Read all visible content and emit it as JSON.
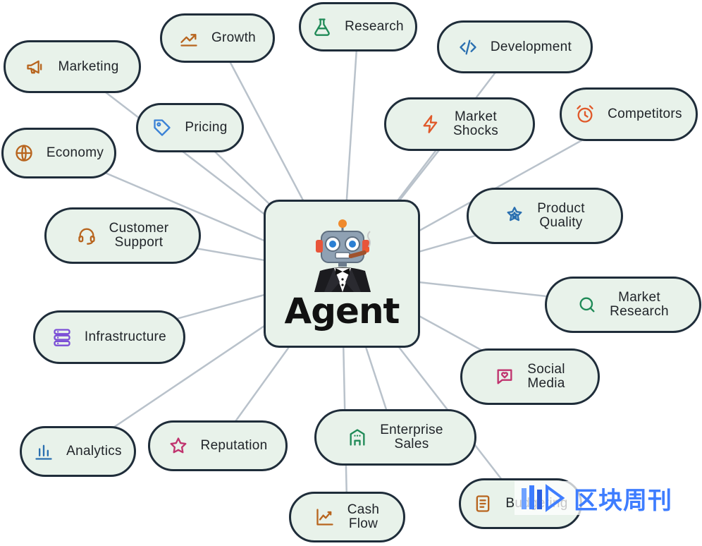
{
  "center": {
    "title": "Agent",
    "icon": "robot-in-tuxedo-icon"
  },
  "nodes": [
    {
      "key": "growth",
      "label": "Growth",
      "icon": "trending-up-icon",
      "color": "#b8651f"
    },
    {
      "key": "research",
      "label": "Research",
      "icon": "flask-icon",
      "color": "#1f8a57"
    },
    {
      "key": "development",
      "label": "Development",
      "icon": "code-icon",
      "color": "#2a6fb0"
    },
    {
      "key": "marketing",
      "label": "Marketing",
      "icon": "megaphone-icon",
      "color": "#b8651f"
    },
    {
      "key": "pricing",
      "label": "Pricing",
      "icon": "tag-icon",
      "color": "#3b82d6"
    },
    {
      "key": "market-shocks",
      "label": "Market\nShocks",
      "icon": "lightning-icon",
      "color": "#e0592a"
    },
    {
      "key": "competitors",
      "label": "Competitors",
      "icon": "alarm-clock-icon",
      "color": "#e0592a"
    },
    {
      "key": "economy",
      "label": "Economy",
      "icon": "globe-icon",
      "color": "#b8651f"
    },
    {
      "key": "customer-support",
      "label": "Customer\nSupport",
      "icon": "headset-icon",
      "color": "#b8651f"
    },
    {
      "key": "product-quality",
      "label": "Product\nQuality",
      "icon": "star-badge-icon",
      "color": "#2a6fb0"
    },
    {
      "key": "market-research",
      "label": "Market\nResearch",
      "icon": "search-icon",
      "color": "#1f8a57"
    },
    {
      "key": "infrastructure",
      "label": "Infrastructure",
      "icon": "server-icon",
      "color": "#7b4fd6"
    },
    {
      "key": "social-media",
      "label": "Social\nMedia",
      "icon": "chat-heart-icon",
      "color": "#c0336e"
    },
    {
      "key": "analytics",
      "label": "Analytics",
      "icon": "bar-chart-icon",
      "color": "#2a6fb0"
    },
    {
      "key": "reputation",
      "label": "Reputation",
      "icon": "star-icon",
      "color": "#c0336e"
    },
    {
      "key": "enterprise-sales",
      "label": "Enterprise\nSales",
      "icon": "building-icon",
      "color": "#1f8a57"
    },
    {
      "key": "cash-flow",
      "label": "Cash\nFlow",
      "icon": "line-chart-icon",
      "color": "#b8651f"
    },
    {
      "key": "budgeting",
      "label": "Budgeting",
      "icon": "document-icon",
      "color": "#b8651f"
    }
  ],
  "watermark": {
    "text": "区块周刊",
    "icon": "blockchain-logo-icon",
    "color": "#3e7dff"
  },
  "colors": {
    "node_fill": "#e8f2ea",
    "node_border": "#1f2d3a",
    "edge": "#b9c2cb"
  }
}
